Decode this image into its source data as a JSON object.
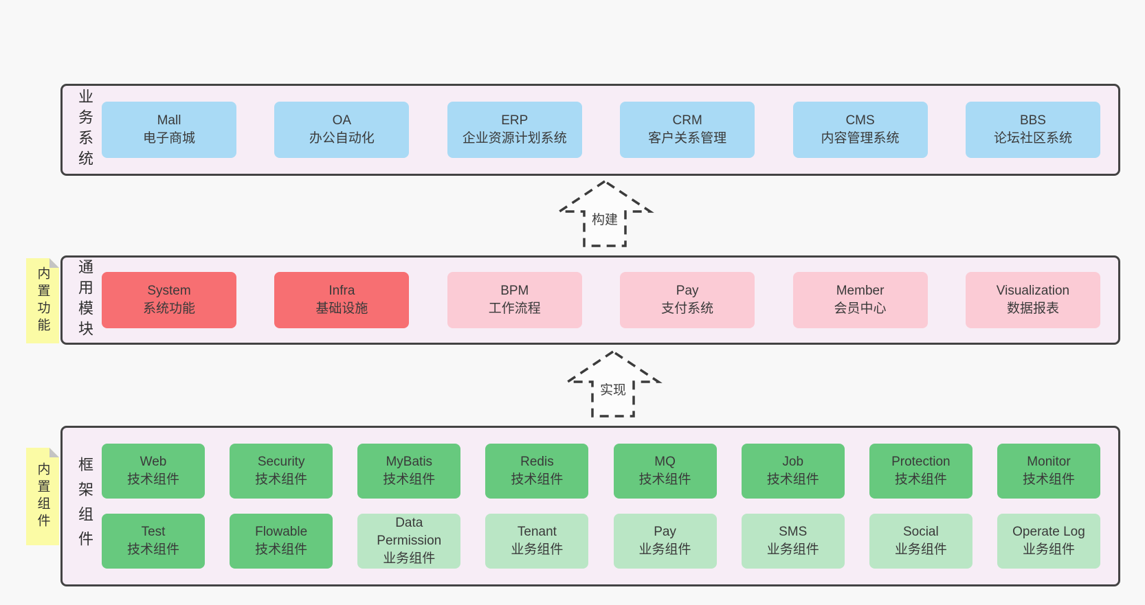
{
  "colors": {
    "page_bg": "#f8f8f8",
    "band_bg": "#f7edf6",
    "band_border": "#434343",
    "business_system_box": "#a9daf5",
    "core_module_box": "#f76f72",
    "extension_module_box": "#fbcbd5",
    "tech_component_box": "#67c97e",
    "biz_component_box": "#bae6c5",
    "sticky_note": "#fbfba5",
    "sticky_fold": "#c4c4c4",
    "text": "#3a3a3a"
  },
  "arrows": [
    {
      "label": "构建"
    },
    {
      "label": "实现"
    }
  ],
  "bands": [
    {
      "label": "业务系统",
      "items": [
        {
          "name": "Mall",
          "subtitle": "电子商城"
        },
        {
          "name": "OA",
          "subtitle": "办公自动化"
        },
        {
          "name": "ERP",
          "subtitle": "企业资源计划系统"
        },
        {
          "name": "CRM",
          "subtitle": "客户关系管理"
        },
        {
          "name": "CMS",
          "subtitle": "内容管理系统"
        },
        {
          "name": "BBS",
          "subtitle": "论坛社区系统"
        }
      ]
    },
    {
      "label": "通用模块",
      "sticky": "内置功能",
      "items": [
        {
          "name": "System",
          "subtitle": "系统功能"
        },
        {
          "name": "Infra",
          "subtitle": "基础设施"
        },
        {
          "name": "BPM",
          "subtitle": "工作流程"
        },
        {
          "name": "Pay",
          "subtitle": "支付系统"
        },
        {
          "name": "Member",
          "subtitle": "会员中心"
        },
        {
          "name": "Visualization",
          "subtitle": "数据报表"
        }
      ]
    },
    {
      "label": "框架组件",
      "sticky": "内置组件",
      "items": [
        {
          "name": "Web",
          "subtitle": "技术组件"
        },
        {
          "name": "Security",
          "subtitle": "技术组件"
        },
        {
          "name": "MyBatis",
          "subtitle": "技术组件"
        },
        {
          "name": "Redis",
          "subtitle": "技术组件"
        },
        {
          "name": "MQ",
          "subtitle": "技术组件"
        },
        {
          "name": "Job",
          "subtitle": "技术组件"
        },
        {
          "name": "Protection",
          "subtitle": "技术组件"
        },
        {
          "name": "Monitor",
          "subtitle": "技术组件"
        },
        {
          "name": "Test",
          "subtitle": "技术组件"
        },
        {
          "name": "Flowable",
          "subtitle": "技术组件"
        },
        {
          "name": "Data Permission",
          "subtitle": "业务组件"
        },
        {
          "name": "Tenant",
          "subtitle": "业务组件"
        },
        {
          "name": "Pay",
          "subtitle": "业务组件"
        },
        {
          "name": "SMS",
          "subtitle": "业务组件"
        },
        {
          "name": "Social",
          "subtitle": "业务组件"
        },
        {
          "name": "Operate Log",
          "subtitle": "业务组件"
        }
      ]
    }
  ]
}
